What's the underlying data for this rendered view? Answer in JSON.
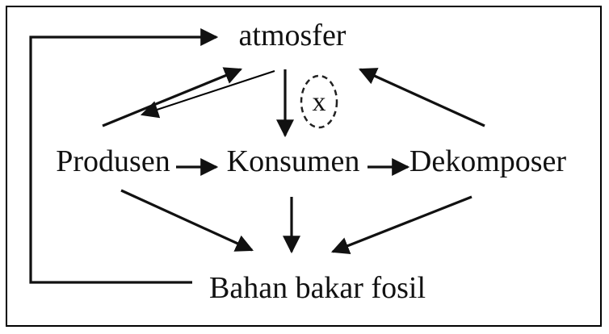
{
  "nodes": {
    "atmosfer": "atmosfer",
    "produsen": "Produsen",
    "konsumen": "Konsumen",
    "dekomposer": "Dekomposer",
    "bahan_bakar_fosil": "Bahan bakar fosil"
  },
  "marker": {
    "label": "x"
  },
  "colors": {
    "line": "#111111",
    "background": "#ffffff"
  }
}
